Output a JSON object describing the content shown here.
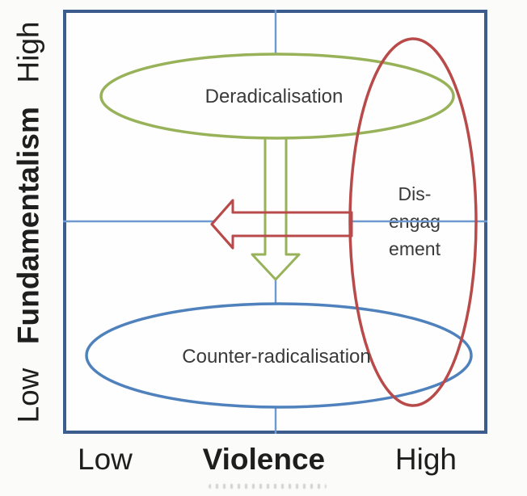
{
  "diagram": {
    "type": "2x2-quadrant-matrix",
    "axes": {
      "y": {
        "name": "Fundamentalism",
        "low": "Low",
        "high": "High"
      },
      "x": {
        "name": "Violence",
        "low": "Low",
        "high": "High"
      }
    },
    "nodes": {
      "deradicalisation": {
        "label": "Deradicalisation",
        "shape": "ellipse",
        "color": "#97b259",
        "position": "high-fundamentalism, spanning low-to-high violence"
      },
      "counter_radicalisation": {
        "label": "Counter-radicalisation",
        "shape": "ellipse",
        "color": "#4f81bd",
        "position": "low-fundamentalism, spanning low-to-high violence"
      },
      "disengagement": {
        "label": "Disengagement",
        "lines": [
          "Dis-",
          "engag",
          "ement"
        ],
        "shape": "ellipse",
        "color": "#b94a4a",
        "position": "high-violence, spanning low-to-high fundamentalism"
      }
    },
    "arrows": [
      {
        "name": "deradicalisation-down-arrow",
        "direction": "down",
        "color": "#97b259",
        "from": "Deradicalisation",
        "to": "Counter-radicalisation"
      },
      {
        "name": "disengagement-left-arrow",
        "direction": "left",
        "color": "#b94a4a",
        "from": "Disengagement",
        "to": "lower violence"
      }
    ],
    "colors": {
      "frame": "#3c5c8d",
      "quadrant_divider": "#6f9ad0",
      "green": "#97b259",
      "blue": "#4f81bd",
      "red": "#b94a4a",
      "label_text": "#3a3a3a",
      "axis_text": "#1e1e1e"
    }
  }
}
